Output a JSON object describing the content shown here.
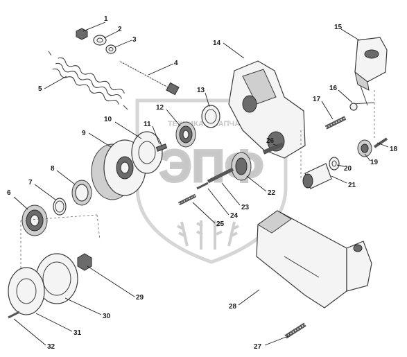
{
  "watermark": {
    "top_text": "ТЕХНИКА И ЗАПЧАСТИ",
    "logo_text": "ЭПФ",
    "color": "#b5b5b5"
  },
  "callouts": [
    {
      "id": "callout-1",
      "label": "1"
    },
    {
      "id": "callout-2",
      "label": "2"
    },
    {
      "id": "callout-3",
      "label": "3"
    },
    {
      "id": "callout-4",
      "label": "4"
    },
    {
      "id": "callout-5",
      "label": "5"
    },
    {
      "id": "callout-6",
      "label": "6"
    },
    {
      "id": "callout-7",
      "label": "7"
    },
    {
      "id": "callout-8",
      "label": "8"
    },
    {
      "id": "callout-9",
      "label": "9"
    },
    {
      "id": "callout-10",
      "label": "10"
    },
    {
      "id": "callout-11",
      "label": "11"
    },
    {
      "id": "callout-12",
      "label": "12"
    },
    {
      "id": "callout-13",
      "label": "13"
    },
    {
      "id": "callout-14",
      "label": "14"
    },
    {
      "id": "callout-15",
      "label": "15"
    },
    {
      "id": "callout-16",
      "label": "16"
    },
    {
      "id": "callout-17",
      "label": "17"
    },
    {
      "id": "callout-18",
      "label": "18"
    },
    {
      "id": "callout-19",
      "label": "19"
    },
    {
      "id": "callout-20",
      "label": "20"
    },
    {
      "id": "callout-21",
      "label": "21"
    },
    {
      "id": "callout-22",
      "label": "22"
    },
    {
      "id": "callout-23",
      "label": "23"
    },
    {
      "id": "callout-24",
      "label": "24"
    },
    {
      "id": "callout-25",
      "label": "25"
    },
    {
      "id": "callout-26",
      "label": "26"
    },
    {
      "id": "callout-27",
      "label": "27"
    },
    {
      "id": "callout-28",
      "label": "28"
    },
    {
      "id": "callout-29",
      "label": "29"
    },
    {
      "id": "callout-30",
      "label": "30"
    },
    {
      "id": "callout-31",
      "label": "31"
    },
    {
      "id": "callout-32",
      "label": "32"
    }
  ]
}
